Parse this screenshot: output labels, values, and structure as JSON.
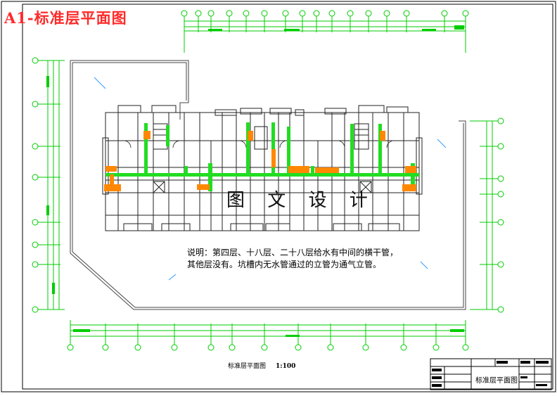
{
  "drawing": {
    "title": "A1-标准层平面图",
    "watermark": "图 文 设 计",
    "note_line1": "说明：第四层、十八层、二十八层给水有中间的横干管，",
    "note_line2": "其他层没有。坑槽内无水管通过的立管为通气立管。",
    "caption": "标准层平面图",
    "scale": "1:100",
    "titleblock_name": "标准层平面图"
  },
  "colors": {
    "title": "#ff2a2a",
    "dimension": "#00cc00",
    "pipe_green": "#22dd22",
    "pipe_orange": "#ff8800"
  }
}
